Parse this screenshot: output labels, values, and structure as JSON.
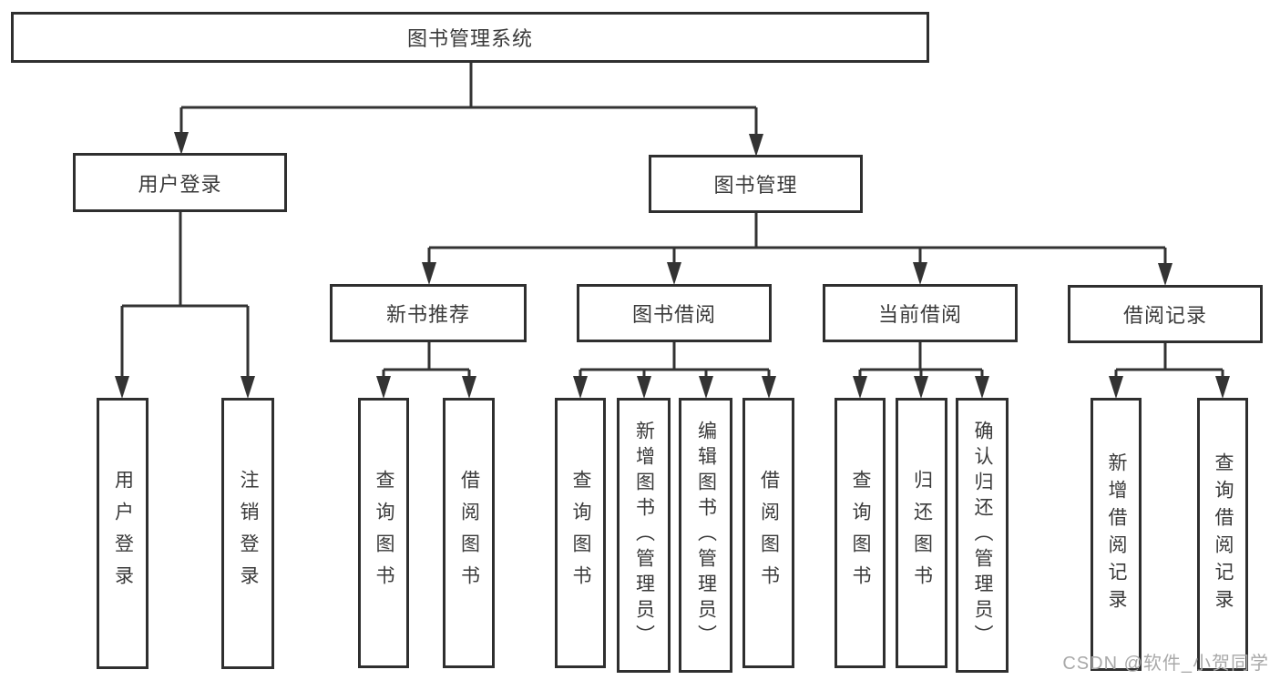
{
  "diagram": {
    "title": "图书管理系统",
    "nodes": {
      "root": "图书管理系统",
      "user_login": "用户登录",
      "book_mgmt": "图书管理",
      "new_book_rec": "新书推荐",
      "book_borrow": "图书借阅",
      "current_borrow": "当前借阅",
      "borrow_records": "借阅记录",
      "login": "用户登录",
      "logout": "注销登录",
      "rec_query_books": "查询图书",
      "rec_borrow_books": "借阅图书",
      "bb_query_books": "查询图书",
      "bb_add_books": "新增图书（管理员）",
      "bb_edit_books": "编辑图书（管理员）",
      "bb_borrow_books": "借阅图书",
      "cb_query_books": "查询图书",
      "cb_return_books": "归还图书",
      "cb_confirm_return": "确认归还（管理员）",
      "br_add_record": "新增借阅记录",
      "br_query_record": "查询借阅记录"
    },
    "hierarchy": {
      "图书管理系统": {
        "用户登录": [
          "用户登录",
          "注销登录"
        ],
        "图书管理": {
          "新书推荐": [
            "查询图书",
            "借阅图书"
          ],
          "图书借阅": [
            "查询图书",
            "新增图书（管理员）",
            "编辑图书（管理员）",
            "借阅图书"
          ],
          "当前借阅": [
            "查询图书",
            "归还图书",
            "确认归还（管理员）"
          ],
          "借阅记录": [
            "新增借阅记录",
            "查询借阅记录"
          ]
        }
      }
    },
    "colors": {
      "line": "#333333",
      "box_border": "#2f2f2f",
      "box_fill": "#ffffff",
      "text": "#3a3a3a",
      "watermark": "#a9a9a9"
    }
  },
  "watermark": "CSDN @软件_小贺同学"
}
